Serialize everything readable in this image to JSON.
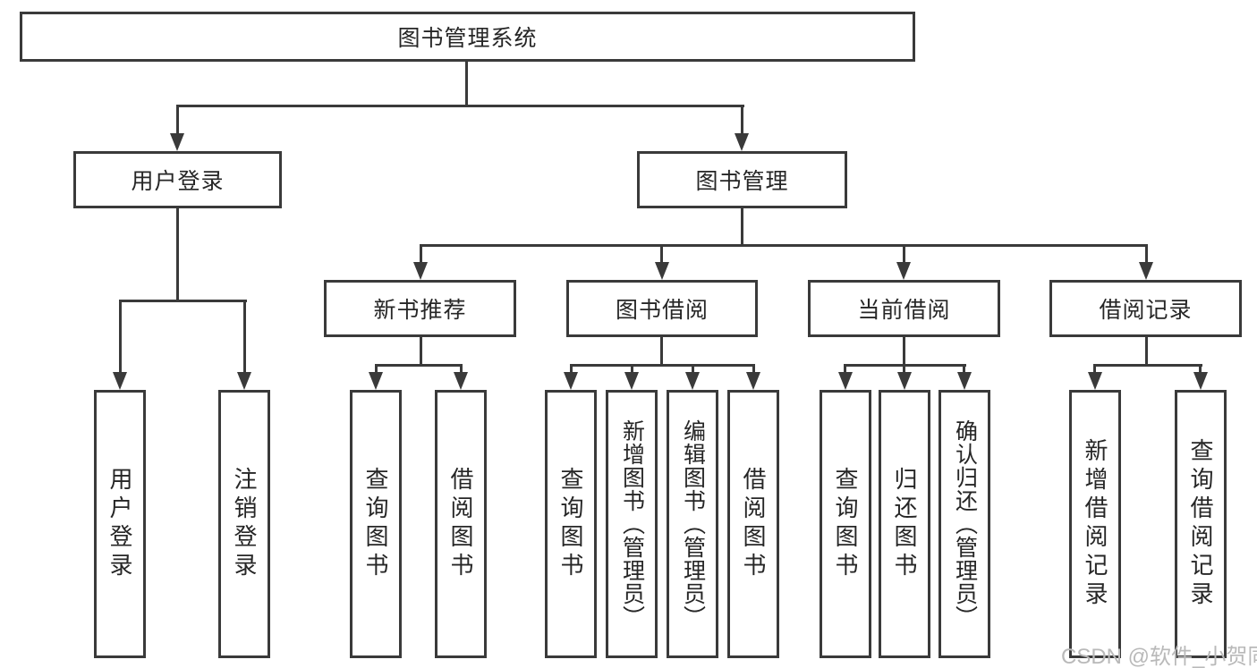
{
  "root": {
    "label": "图书管理系统"
  },
  "level1": {
    "user_login": {
      "label": "用户登录"
    },
    "book_management": {
      "label": "图书管理"
    }
  },
  "level2": {
    "new_book_recommend": {
      "label": "新书推荐"
    },
    "book_borrow": {
      "label": "图书借阅"
    },
    "current_borrow": {
      "label": "当前借阅"
    },
    "borrow_records": {
      "label": "借阅记录"
    }
  },
  "leaves": {
    "user_login": [
      "用户登录",
      "注销登录"
    ],
    "new_book_recommend": [
      "查询图书",
      "借阅图书"
    ],
    "book_borrow": [
      "查询图书",
      "新增图书（管理员）",
      "编辑图书（管理员）",
      "借阅图书"
    ],
    "current_borrow": [
      "查询图书",
      "归还图书",
      "确认归还（管理员）"
    ],
    "borrow_records": [
      "新增借阅记录",
      "查询借阅记录"
    ]
  },
  "watermark": "CSDN @软件_小贺同学",
  "colors": {
    "line": "#3a3a3a",
    "text": "#262626",
    "watermark": "#b9b9b9",
    "background": "#ffffff"
  }
}
